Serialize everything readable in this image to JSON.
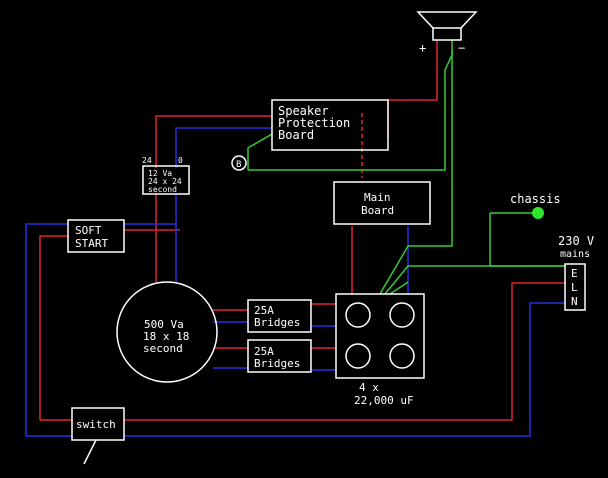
{
  "colors": {
    "background": "#000000",
    "outline": "#ffffff",
    "red_wire": "#e0242b",
    "blue_wire": "#2430e0",
    "green_wire": "#33cc33",
    "chassis_dot": "#2ee52e"
  },
  "labels": {
    "speaker_plus": "+",
    "speaker_minus": "−",
    "spb_line1": "Speaker",
    "spb_line2": "Protection",
    "spb_line3": "Board",
    "b_marker": "B",
    "small_tx_left": "24",
    "small_tx_right": "0",
    "small_tx_line1": "12 Va",
    "small_tx_line2": "24 x 24",
    "small_tx_line3": "second",
    "soft_start_line1": "SOFT",
    "soft_start_line2": "START",
    "main_board_line1": "Main",
    "main_board_line2": "Board",
    "chassis": "chassis",
    "mains_line1": "230 V",
    "mains_line2": "mains",
    "term_e": "E",
    "term_l": "L",
    "term_n": "N",
    "big_tx_line1": "500 Va",
    "big_tx_line2": "18 x 18",
    "big_tx_line3": "second",
    "bridge_1_line1": "25A",
    "bridge_1_line2": "Bridges",
    "bridge_2_line1": "25A",
    "bridge_2_line2": "Bridges",
    "caps_line1": "4 x",
    "caps_line2": "22,000 uF",
    "switch": "switch"
  }
}
